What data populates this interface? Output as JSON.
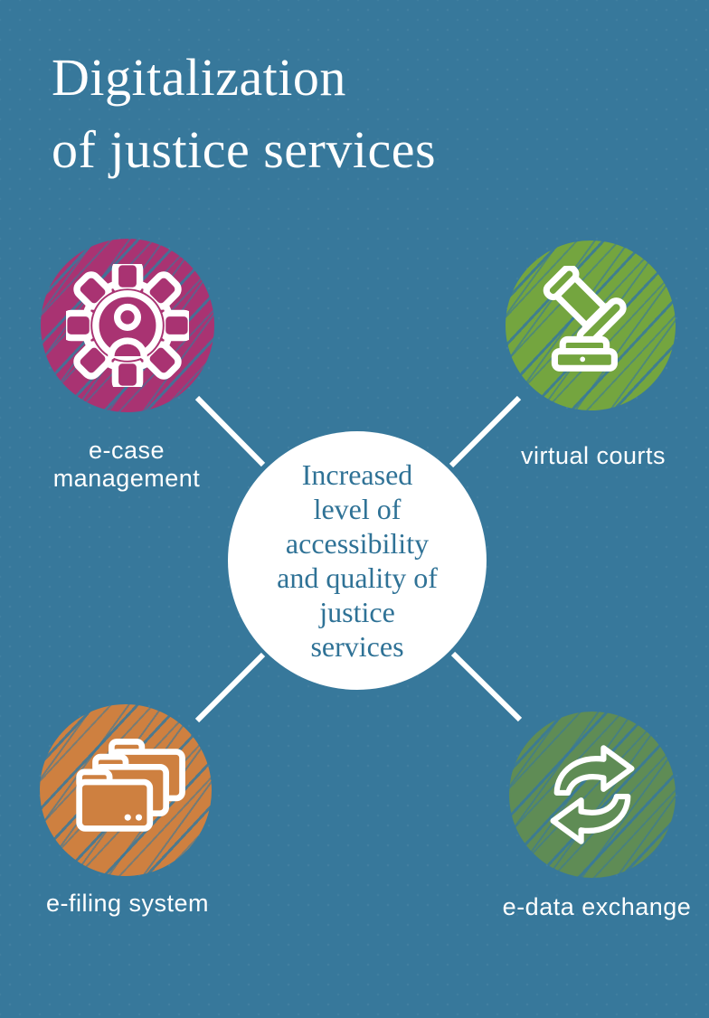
{
  "title": {
    "line1": "Digitalization",
    "line2": "of justice services"
  },
  "center_circle": {
    "lines": [
      "Increased",
      "level of",
      "accessibility",
      "and quality of",
      "justice",
      "services"
    ],
    "text_color": "#2F7296",
    "fill_color": "#FFFFFF"
  },
  "background_color": "#37789B",
  "connector_color": "#FFFFFF",
  "nodes": [
    {
      "id": "e-case-management",
      "label": "e-case management",
      "icon": "user-gear-icon",
      "color": "#A93372",
      "position": "top-left"
    },
    {
      "id": "virtual-courts",
      "label": "virtual courts",
      "icon": "gavel-icon",
      "color": "#74A53F",
      "position": "top-right"
    },
    {
      "id": "e-filing-system",
      "label": "e-filing system",
      "icon": "folders-icon",
      "color": "#CE8040",
      "position": "bottom-left"
    },
    {
      "id": "e-data-exchange",
      "label": "e-data exchange",
      "icon": "arrows-exchange-icon",
      "color": "#5F8C55",
      "position": "bottom-right"
    }
  ]
}
